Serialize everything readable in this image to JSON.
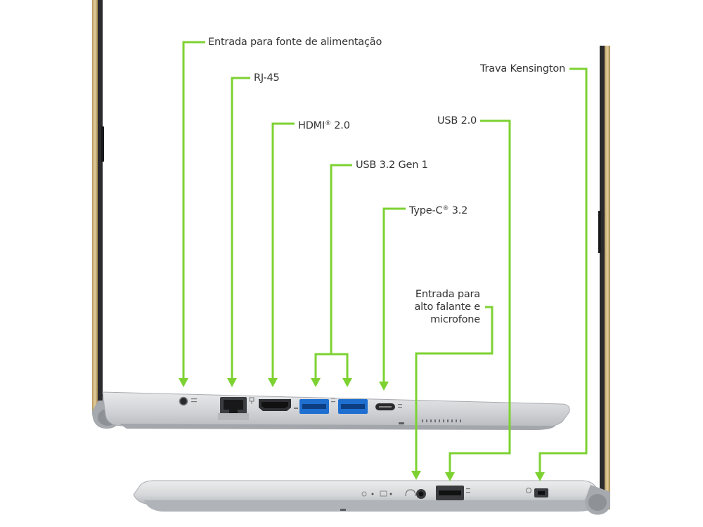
{
  "colors": {
    "accent_line": "#7dd232",
    "lid_gold": "#cdb27a",
    "chassis_silver": "#c9cbcf",
    "port_blue": "#1f6fd1",
    "text": "#333333"
  },
  "labels": {
    "power": "Entrada para fonte de alimentação",
    "rj45": "RJ-45",
    "hdmi_main": "HDMI",
    "hdmi_reg": "®",
    "hdmi_ver": " 2.0",
    "usb32": "USB 3.2 Gen 1",
    "typec_main": "Type-C",
    "typec_reg": "®",
    "typec_ver": " 3.2",
    "kensington": "Trava Kensington",
    "usb20": "USB 2.0",
    "audio_line1": "Entrada para",
    "audio_line2": "alto falante e",
    "audio_line3": "microfone"
  },
  "icons": [
    "power-symbol-icon",
    "ethernet-icon",
    "hdmi-icon",
    "usb-icon",
    "thunderbolt-icon",
    "headset-icon",
    "kensington-lock-icon",
    "led-indicator-icon",
    "battery-indicator-icon"
  ]
}
